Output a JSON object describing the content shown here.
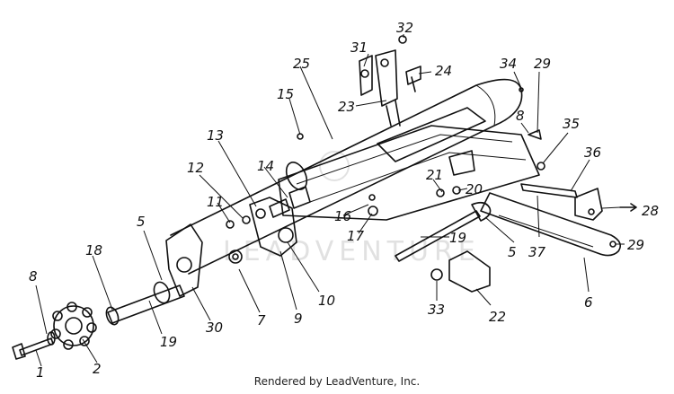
{
  "diagram": {
    "callouts": [
      "1",
      "2",
      "5",
      "5",
      "6",
      "7",
      "8",
      "8",
      "9",
      "10",
      "11",
      "12",
      "13",
      "14",
      "15",
      "16",
      "17",
      "18",
      "19",
      "19",
      "20",
      "21",
      "22",
      "23",
      "24",
      "25",
      "28",
      "29",
      "29",
      "30",
      "31",
      "32",
      "33",
      "34",
      "35",
      "36",
      "37"
    ],
    "watermark": "LEADVENTURE",
    "footer": "Rendered by LeadVenture, Inc."
  }
}
